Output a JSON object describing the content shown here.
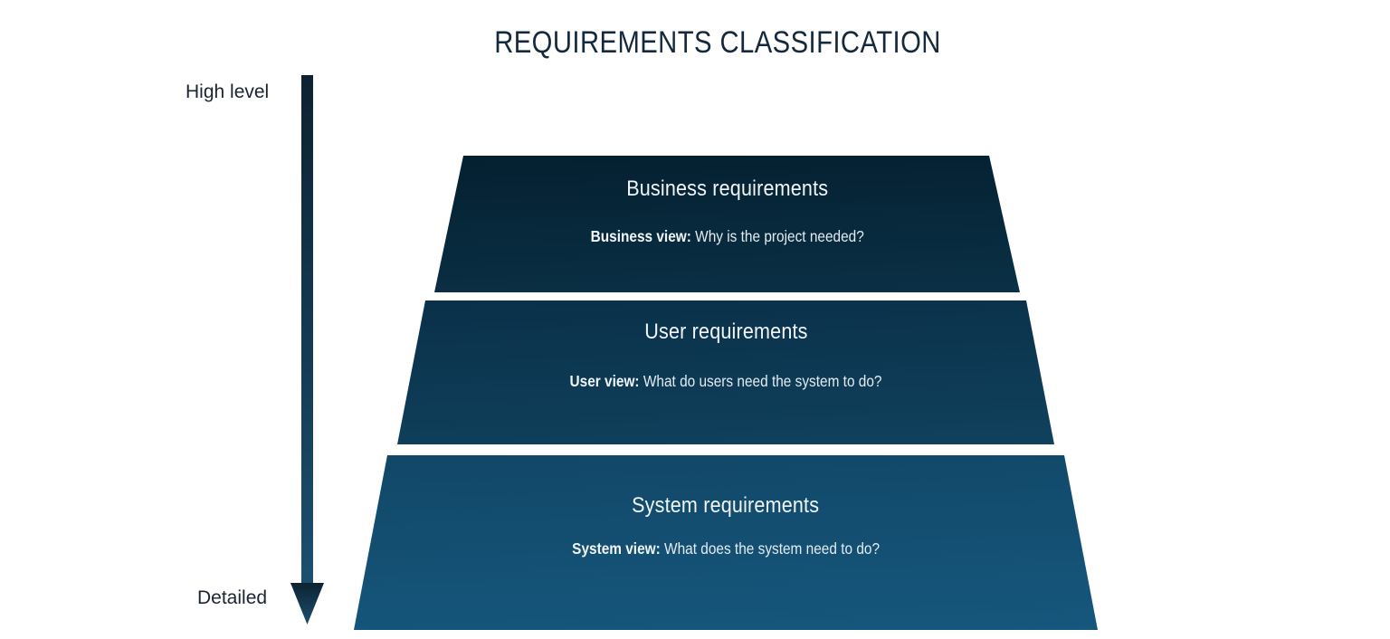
{
  "title": "REQUIREMENTS CLASSIFICATION",
  "scale": {
    "top_label": "High level",
    "bottom_label": "Detailed"
  },
  "layers": [
    {
      "title": "Business requirements",
      "view_label": "Business view:",
      "question": " Why is the project needed?",
      "color_top": "#042030",
      "color_bottom": "#0b3046"
    },
    {
      "title": "User requirements",
      "view_label": "User view:",
      "question": " What do users need the system to do?",
      "color_top": "#0a3049",
      "color_bottom": "#10415d"
    },
    {
      "title": "System requirements",
      "view_label": "System view:",
      "question": " What does the system need to do?",
      "color_top": "#114767",
      "color_bottom": "#16577d"
    }
  ],
  "colors": {
    "background": "#ffffff",
    "title_text": "#15293c",
    "scale_label_text": "#1a2433",
    "layer_text": "#f0f5f8",
    "arrow_gradient_top": "#0d2231",
    "arrow_gradient_bottom": "#1c4f6f"
  }
}
